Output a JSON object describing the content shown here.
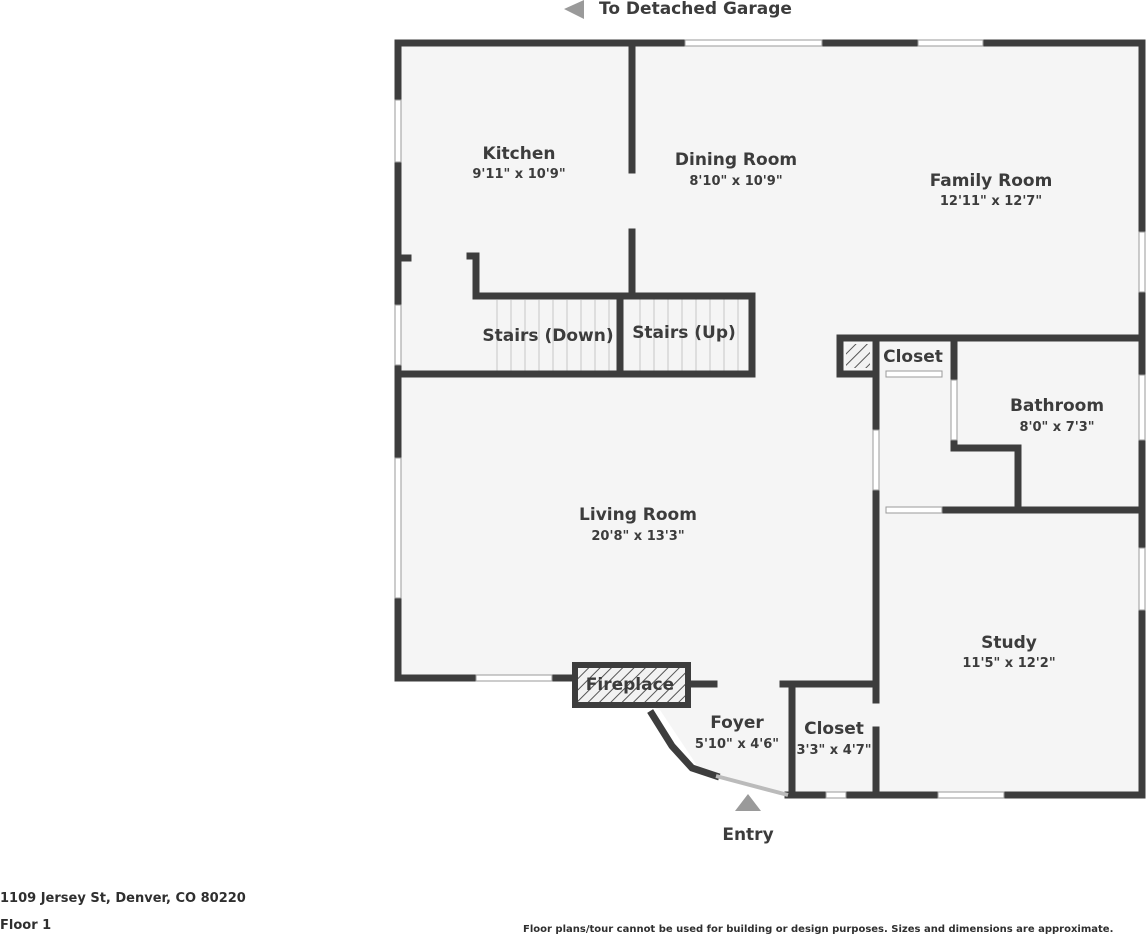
{
  "garage_label": "To Detached Garage",
  "entry_label": "Entry",
  "rooms": {
    "kitchen": {
      "name": "Kitchen",
      "dims": "9'11\" x 10'9\""
    },
    "dining": {
      "name": "Dining Room",
      "dims": "8'10\" x 10'9\""
    },
    "family": {
      "name": "Family Room",
      "dims": "12'11\" x 12'7\""
    },
    "stairs_down": {
      "name": "Stairs (Down)"
    },
    "stairs_up": {
      "name": "Stairs (Up)"
    },
    "closet_upper": {
      "name": "Closet"
    },
    "bathroom": {
      "name": "Bathroom",
      "dims": "8'0\" x 7'3\""
    },
    "living": {
      "name": "Living Room",
      "dims": "20'8\" x 13'3\""
    },
    "study": {
      "name": "Study",
      "dims": "11'5\" x 12'2\""
    },
    "fireplace": {
      "name": "Fireplace"
    },
    "foyer": {
      "name": "Foyer",
      "dims": "5'10\" x 4'6\""
    },
    "closet_lower": {
      "name": "Closet",
      "dims": "3'3\" x 4'7\""
    }
  },
  "footer": {
    "address": "1109 Jersey St, Denver, CO 80220",
    "floor": "Floor 1",
    "disclaimer": "Floor plans/tour cannot be used for building or design purposes. Sizes and dimensions are approximate."
  },
  "colors": {
    "wall": "#3d3d3d",
    "floor": "#f5f5f5",
    "window": "#d9d9d9"
  }
}
